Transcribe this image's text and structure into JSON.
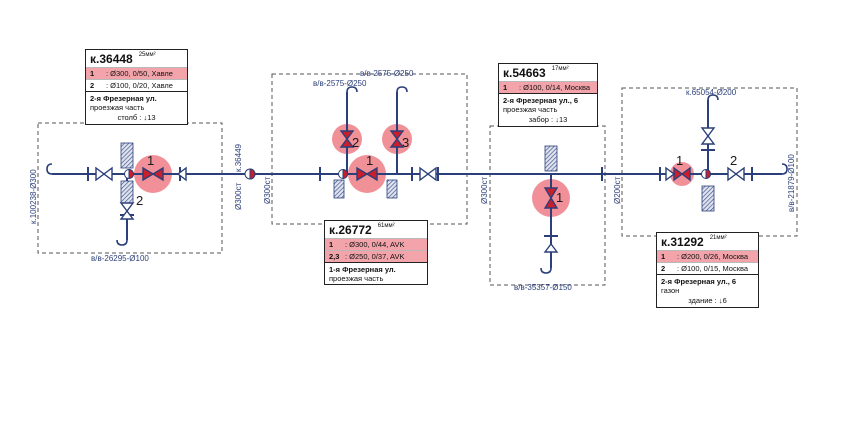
{
  "chambers": [
    {
      "id": "k36448",
      "number": "к.36448",
      "area": "25мм²",
      "valves": [
        {
          "n": "1",
          "text": ": Ø300, 0/50, Хавле",
          "highlight": true
        },
        {
          "n": "2",
          "text": ": Ø100, 0/20, Хавле",
          "highlight": false
        }
      ],
      "address": "2-я Фрезерная ул.",
      "location": "проезжая часть",
      "landmark": "столб : ↓13"
    },
    {
      "id": "k26772",
      "number": "к.26772",
      "area": "61мм²",
      "valves": [
        {
          "n": "1",
          "text": ": Ø300, 0/44, AVK",
          "highlight": true
        },
        {
          "n": "2,3",
          "text": ": Ø250, 0/37, AVK",
          "highlight": true
        }
      ],
      "address": "1-я Фрезерная ул.",
      "location": "проезжая часть",
      "landmark": ""
    },
    {
      "id": "k54663",
      "number": "к.54663",
      "area": "17мм²",
      "valves": [
        {
          "n": "1",
          "text": ": Ø100, 0/14, Москва",
          "highlight": true
        }
      ],
      "address": "2-я Фрезерная ул., 6",
      "location": "проезжая часть",
      "landmark": "забор : ↓13"
    },
    {
      "id": "k31292",
      "number": "к.31292",
      "area": "21мм²",
      "valves": [
        {
          "n": "1",
          "text": ": Ø200, 0/26, Москва",
          "highlight": true
        },
        {
          "n": "2",
          "text": ": Ø100, 0/15, Москва",
          "highlight": false
        }
      ],
      "address": "2-я Фрезерная ул., 6",
      "location": "газон",
      "landmark": "здание : ↓6"
    }
  ],
  "pipe_labels": {
    "left_end": "к.100238-Ø300",
    "bottom_1": "в/в-26295-Ø100",
    "chamber_36449": "к.36449",
    "d300st_1": "Ø300ст",
    "d300st_2": "Ø300ст",
    "top_2a": "в/в-2575-Ø250",
    "top_2b": "в/в-2575-Ø250",
    "d300st_3": "Ø300ст",
    "bottom_3": "в/в-35357-Ø150",
    "d200st": "Ø200ст",
    "top_4": "к.65054-Ø200",
    "right_end": "в/в-21879-Ø100"
  },
  "valve_numbers": {
    "c1_v1": "1",
    "c1_v2": "2",
    "c2_v1": "1",
    "c2_v2": "2",
    "c2_v3": "3",
    "c3_v1": "1",
    "c4_v1": "1",
    "c4_v2": "2"
  },
  "colors": {
    "pipe": "#2b3f7a",
    "highlight": "#ee7d86",
    "valve_fill": "#cc1d2a",
    "hatch": "#3b4f8a"
  }
}
